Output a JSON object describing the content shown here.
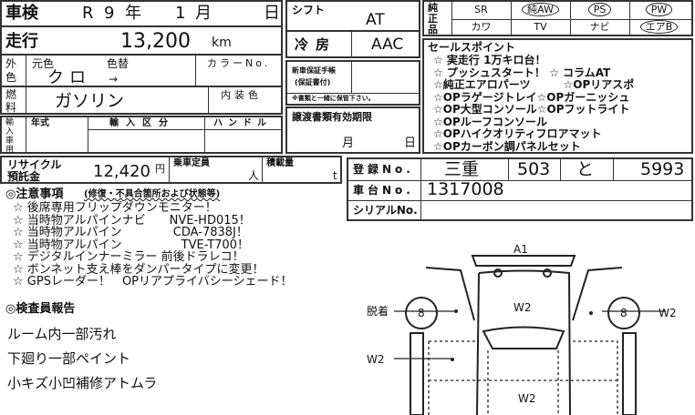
{
  "inspection": {
    "label": "車検",
    "era": "R",
    "year": "9",
    "year_unit": "年",
    "month": "1",
    "month_unit": "月",
    "day_unit": "日"
  },
  "mileage": {
    "label": "走行",
    "value": "13,200",
    "unit": "km"
  },
  "exterior": {
    "label": "外色",
    "original_label": "元色",
    "original": "クロ",
    "changed_label": "色替",
    "changed": "→",
    "color_no_label": "カラーNo."
  },
  "fuel": {
    "label": "燃料",
    "value": "ガソリン",
    "interior_label": "内装色"
  },
  "import": {
    "label": "輸入車用",
    "year_label": "年式",
    "category_label": "輸入区分",
    "handle_label": "ハンドル"
  },
  "recycle": {
    "label1": "リサイクル",
    "label2": "預託金",
    "value": "12,420",
    "unit": "円",
    "capacity_label": "乗車定員",
    "capacity_unit": "人",
    "load_label": "積載量",
    "load_unit": "t"
  },
  "shift": {
    "label": "シフト",
    "value": "AT"
  },
  "ac": {
    "label": "冷房",
    "value": "AAC"
  },
  "warranty": {
    "label1": "新車保証手帳",
    "label2": "(保証書付)",
    "note": "※書類と一緒に保管下さい。"
  },
  "transfer": {
    "label": "譲渡書類有効期限",
    "month_unit": "月",
    "day_unit": "日"
  },
  "equipment": {
    "label": "純正品",
    "items": [
      {
        "label": "SR",
        "circled": false
      },
      {
        "label": "純AW",
        "circled": true
      },
      {
        "label": "PS",
        "circled": true
      },
      {
        "label": "PW",
        "circled": true
      },
      {
        "label": "カワ",
        "circled": false
      },
      {
        "label": "TV",
        "circled": false
      },
      {
        "label": "ナビ",
        "circled": false
      },
      {
        "label": "エアB",
        "circled": true
      }
    ]
  },
  "sales_points": {
    "label": "セールスポイント",
    "lines": [
      "☆ 実走行 1万キロ台！",
      "☆ プッシュスタート！ ☆ コラムAT",
      "☆純正エアロパーツ　　　☆OPリアスポ",
      "☆OPラゲージトレイ☆OPガーニッシュ",
      "☆OP大型コンソール☆OPフットライト",
      "☆OPルーフコンソール",
      "☆OPハイクオリティフロアマット",
      "☆OPカーボン調パネルセット"
    ]
  },
  "registration": {
    "label": "登録No.",
    "pref": "三重",
    "class": "503",
    "kana": "と",
    "number": "5993",
    "chassis_label": "車台No.",
    "chassis": "1317008",
    "serial_label": "シリアルNo."
  },
  "notes": {
    "title": "◎注意事項",
    "subtitle": "(修復・不具合箇所および状態等)",
    "lines": [
      "☆ 後席専用フリップダウンモニター！",
      "☆ 当時物アルパインナビ　　NVE-HD015！",
      "☆ 当時物アルパイン　　　　 CDA-7838J！",
      "☆ 当時物アルパイン　　　　　TVE-T700！",
      "☆ デジタルインナーミラー 前後ドラレコ！",
      "☆ ボンネット支え棒をダンパータイプに変更！",
      "☆ GPSレーダー！　OPリアプライバシーシェード！"
    ]
  },
  "inspector": {
    "title": "◎検査員報告",
    "lines": [
      "ルーム内一部汚れ",
      "下廻り一部ペイント",
      "小キズ小凹補修アトムラ"
    ]
  },
  "diagram": {
    "rear": "A1",
    "left_wheel_label": "脱着",
    "left_wheel": "8",
    "right_wheel": "8",
    "right_label": "W2",
    "trunk": "W2",
    "left_door": "W2",
    "roof": "W2"
  }
}
